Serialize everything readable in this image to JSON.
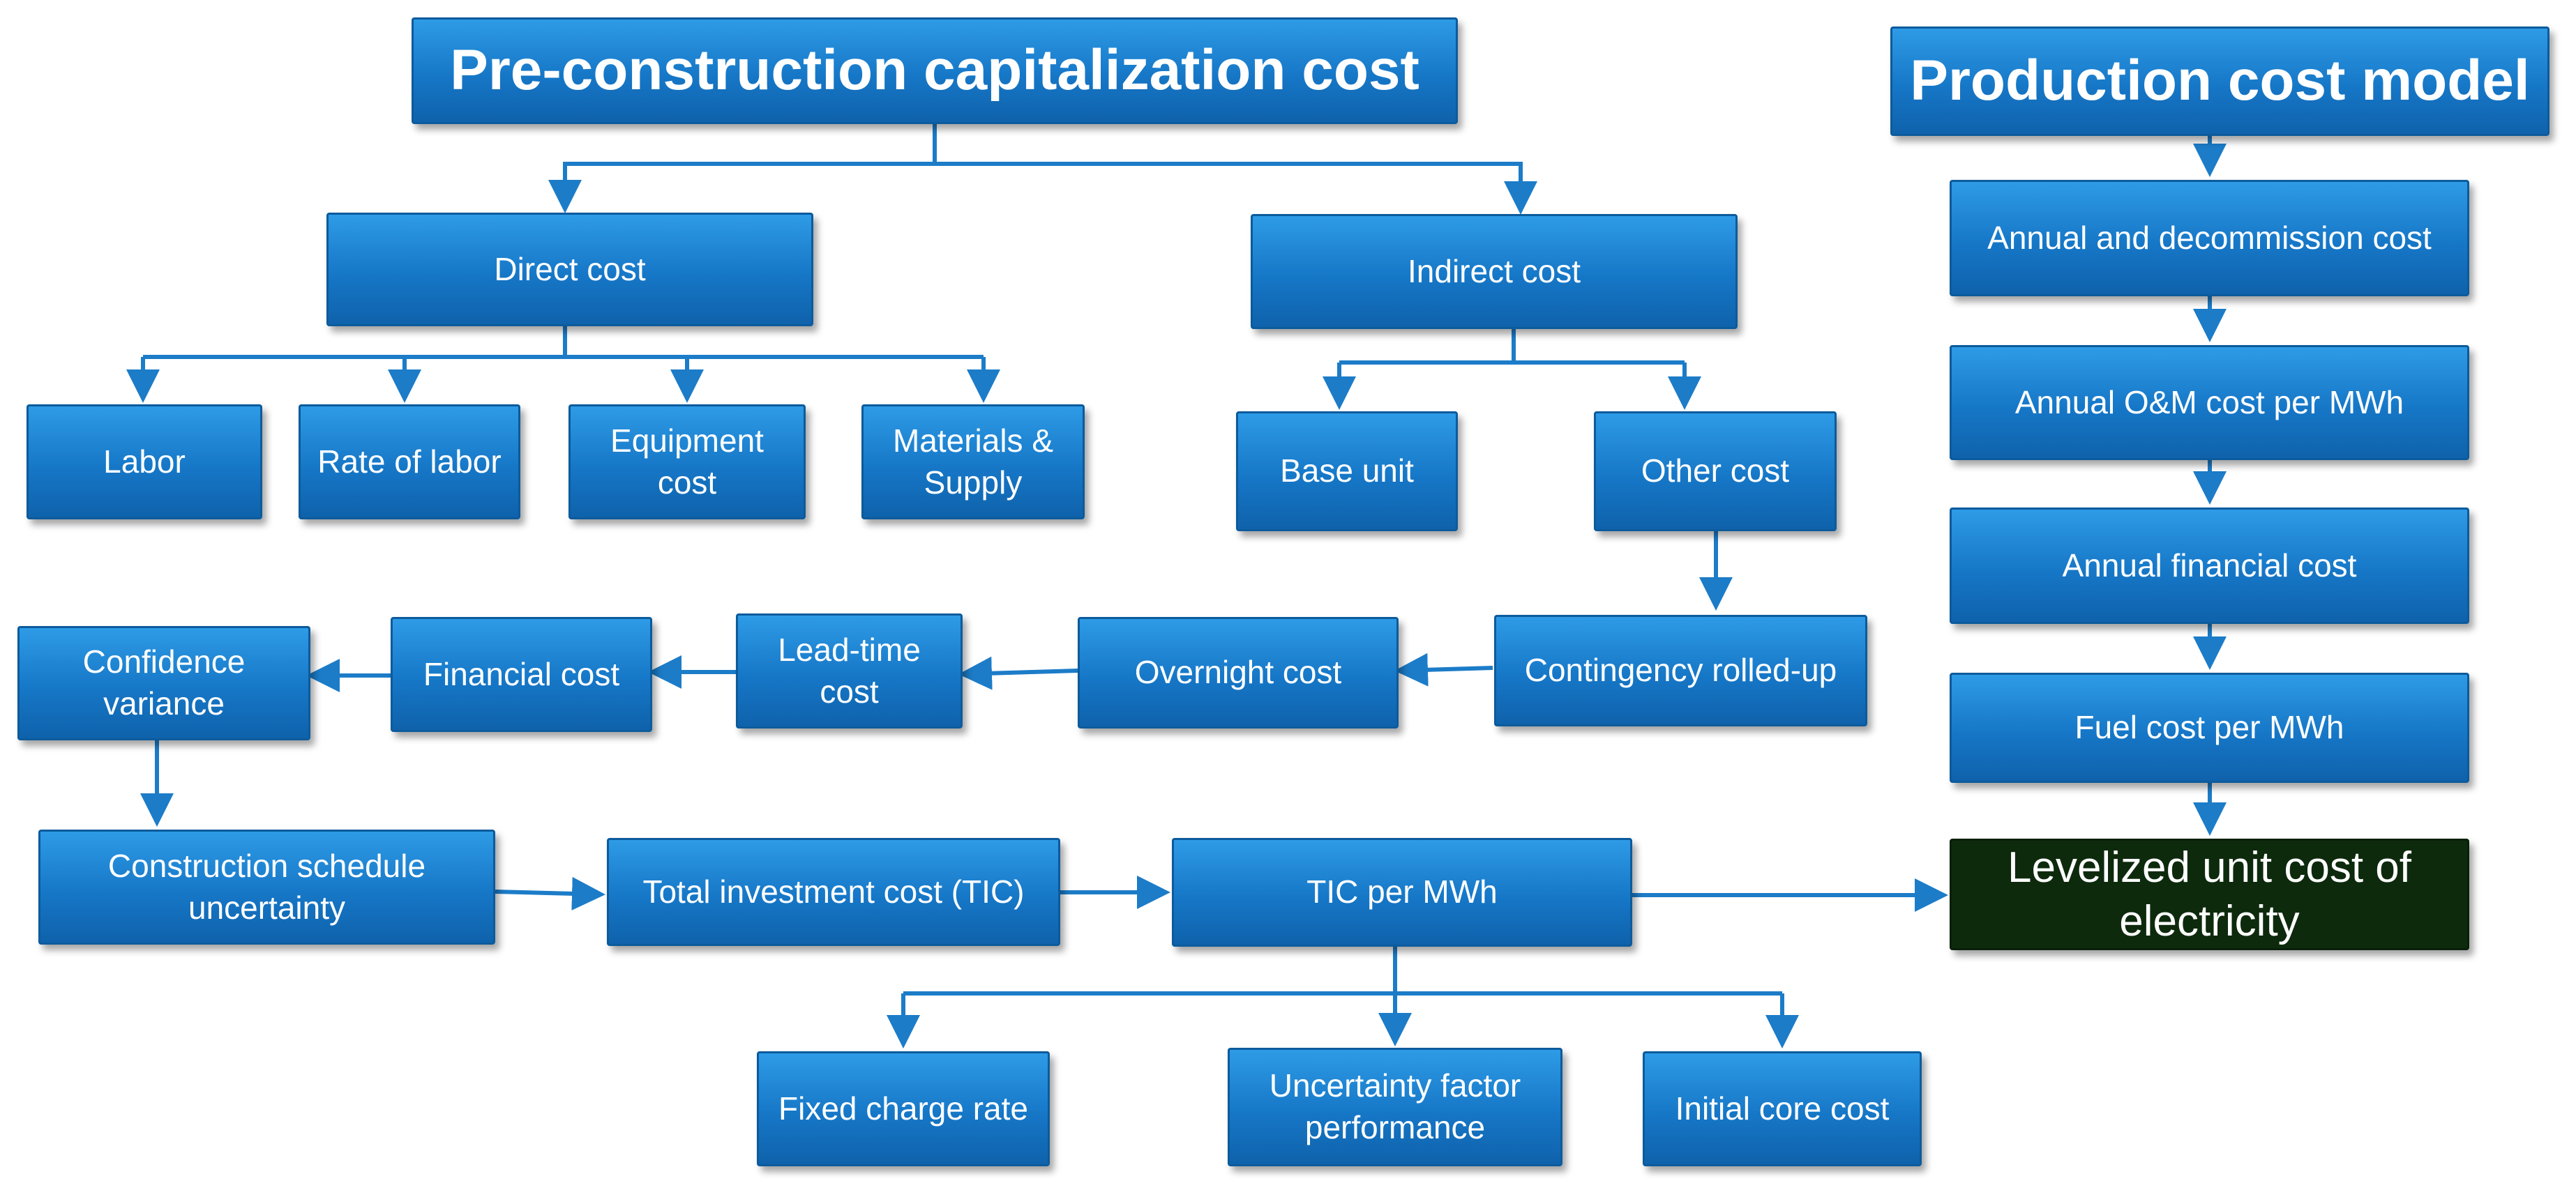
{
  "colors": {
    "box_fill": "#1b80d0",
    "line": "#1c7cc8",
    "final_box": "#0d2a0d",
    "text": "#ffffff"
  },
  "nodes": {
    "pre_construction": "Pre-construction capitalization cost",
    "production_model": "Production cost model",
    "direct_cost": "Direct cost",
    "indirect_cost": "Indirect cost",
    "labor": "Labor",
    "rate_of_labor": "Rate of labor",
    "equipment_cost": "Equipment cost",
    "materials_supply": "Materials & Supply",
    "base_unit": "Base unit",
    "other_cost": "Other cost",
    "contingency": "Contingency rolled-up",
    "overnight_cost": "Overnight cost",
    "lead_time_cost": "Lead-time cost",
    "financial_cost": "Financial cost",
    "confidence_variance": "Confidence variance",
    "construction_schedule": "Construction schedule uncertainty",
    "total_investment": "Total investment cost (TIC)",
    "tic_per_mwh": "TIC per MWh",
    "fixed_charge_rate": "Fixed charge rate",
    "uncertainty_factor": "Uncertainty factor performance",
    "initial_core_cost": "Initial core cost",
    "annual_decommission": "Annual and decommission cost",
    "annual_om": "Annual O&M cost per MWh",
    "annual_financial": "Annual financial cost",
    "fuel_cost": "Fuel cost per MWh",
    "levelized": "Levelized unit cost of electricity"
  }
}
